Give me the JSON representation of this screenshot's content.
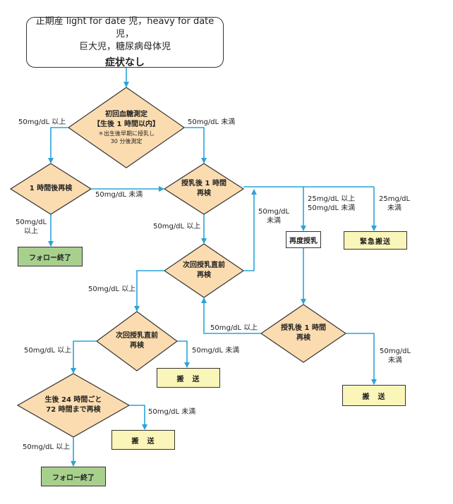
{
  "start": {
    "line1": "正期産 light for date 児，heavy for date 児，",
    "line2": "巨大児，糖尿病母体児",
    "symptom": "症状なし"
  },
  "decisions": {
    "d1": {
      "line1": "初回血糖測定",
      "line2": "【生後 1 時間以内】",
      "note1": "＊出生後早期に授乳し",
      "note2": "30 分後測定"
    },
    "d2": {
      "line1": "1 時間後再検"
    },
    "d3": {
      "line1": "授乳後 1 時間",
      "line2": "再検"
    },
    "d4": {
      "line1": "次回授乳直前",
      "line2": "再検"
    },
    "d5": {
      "line1": "次回授乳直前",
      "line2": "再検"
    },
    "d6": {
      "line1": "授乳後 1 時間",
      "line2": "再検"
    },
    "d7": {
      "line1": "生後 24 時間ごと",
      "line2": "72 時間まで再検"
    }
  },
  "actions": {
    "follow_end_1": "フォロー終了",
    "follow_end_2": "フォロー終了",
    "refeed": "再度授乳",
    "emergency": "緊急搬送",
    "transport_1": "搬　送",
    "transport_2": "搬　送",
    "transport_3": "搬　送"
  },
  "labels": {
    "l1": "50mg/dL 以上",
    "l2": "50mg/dL 未満",
    "l3": "50mg/dL 未満",
    "l4a": "50mg/dL",
    "l4b": "以上",
    "l5": "50mg/dL 以上",
    "l6a": "50mg/dL",
    "l6b": "未満",
    "l7a": "25mg/dL 以上",
    "l7b": "50mg/dL 未満",
    "l8a": "25mg/dL",
    "l8b": "未満",
    "l9": "50mg/dL 以上",
    "l10": "50mg/dL 以上",
    "l11": "50mg/dL 以上",
    "l12": "50mg/dL 未満",
    "l13a": "50mg/dL",
    "l13b": "未満",
    "l14": "50mg/dL 以上",
    "l15": "50mg/dL 未満"
  },
  "colors": {
    "diamond_fill": "#fbdcb0",
    "arrow": "#29a3d9",
    "green_box": "#a8d08d",
    "yellow_box": "#faf5b8"
  }
}
